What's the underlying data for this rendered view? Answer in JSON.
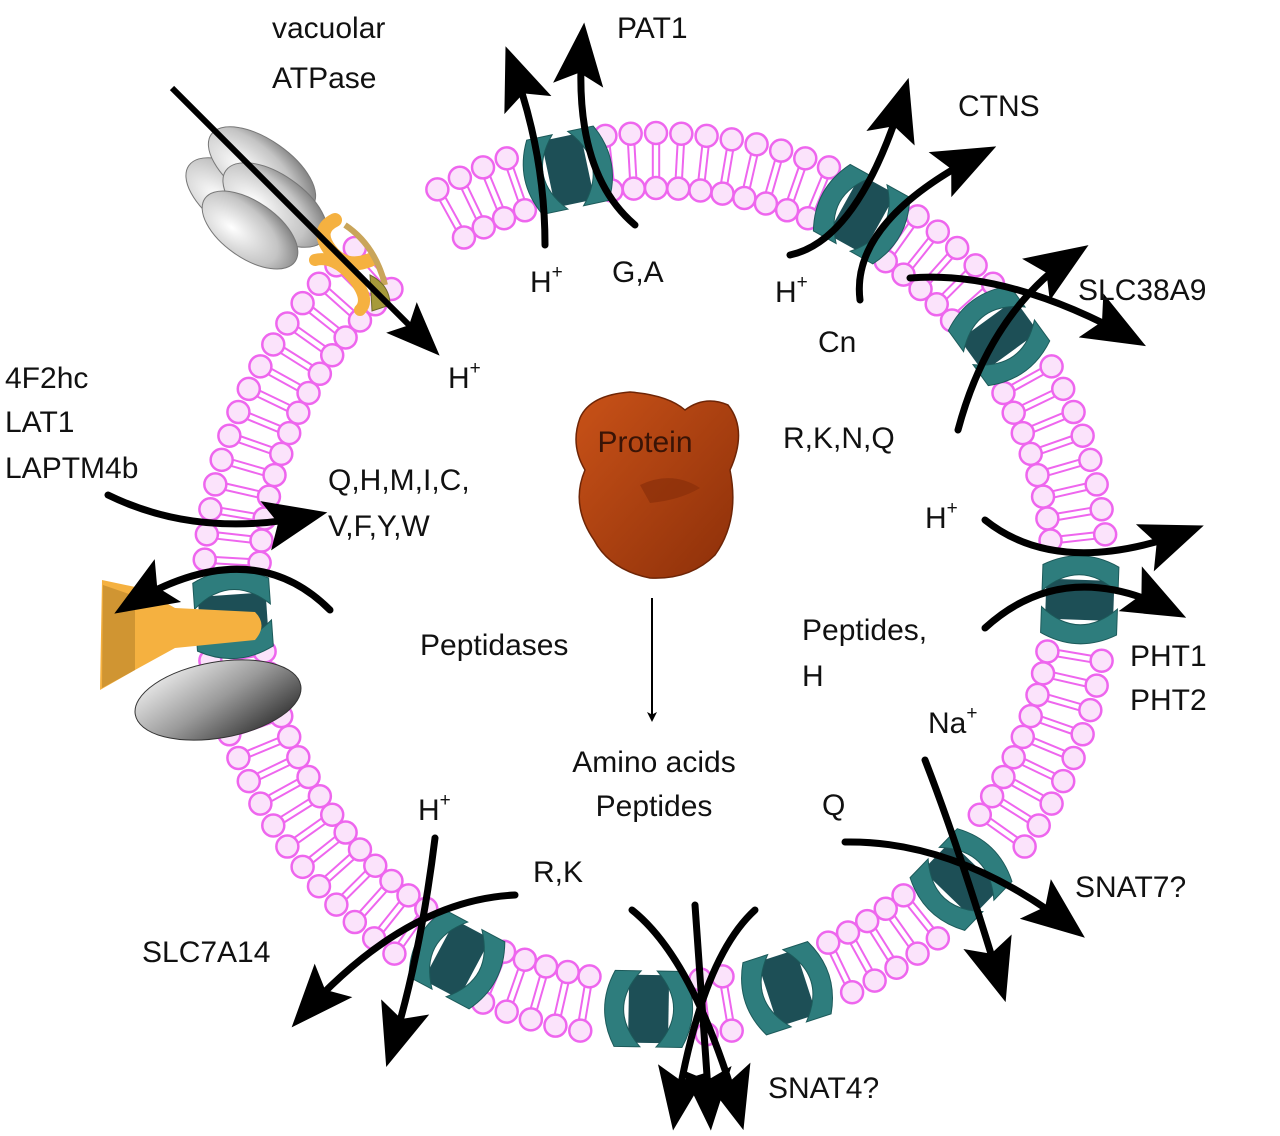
{
  "colors": {
    "membrane": "#ee66ee",
    "membrane_fill": "#fbe3fb",
    "transporter": "#2e7d7d",
    "transporter_dark": "#1d4f56",
    "arrow": "#000000",
    "protein": "#b5400f",
    "protein_dark": "#8a2f0a",
    "atpase_grey": "#d0d0d0",
    "atpase_orange": "#f5b140"
  },
  "labels": {
    "pat1": "PAT1",
    "ga": "G,A",
    "h_plus": "H",
    "plus": "+",
    "ctns": "CTNS",
    "cn": "Cn",
    "slc38a9": "SLC38A9",
    "rknq": "R,K,N,Q",
    "vacuolar": "vacuolar",
    "atpase": "ATPase",
    "f2hc": "4F2hc",
    "lat1": "LAT1",
    "laptm4b": "LAPTM4b",
    "aa_line1": "Q,H,M,I,C,",
    "aa_line2": "V,F,Y,W",
    "protein": "Protein",
    "peptidases": "Peptidases",
    "amino_acids": "Amino acids",
    "peptides": "Peptides",
    "peptides_comma": "Peptides,",
    "h_letter": "H",
    "pht1": "PHT1",
    "pht2": "PHT2",
    "na": "Na",
    "q": "Q",
    "snat7": "SNAT7?",
    "snat4": "SNAT4?",
    "rk": "R,K",
    "slc7a14": "SLC7A14"
  },
  "icons": [
    "vacuolar-atpase-icon",
    "protein-icon",
    "transporter-icon",
    "4f2hc-icon"
  ]
}
